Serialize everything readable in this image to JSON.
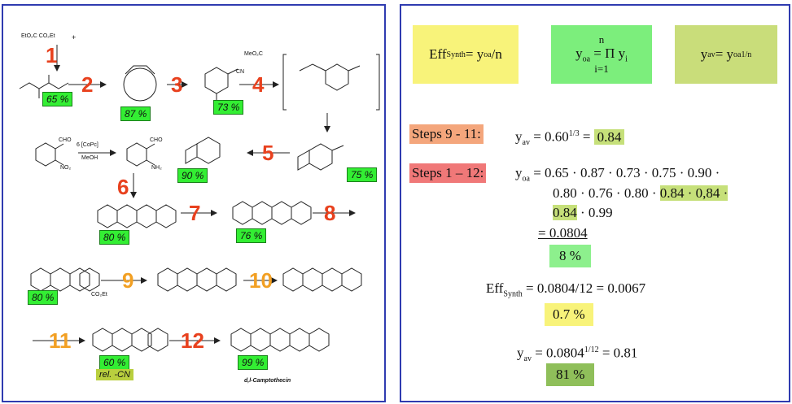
{
  "left": {
    "steps": [
      "1",
      "2",
      "3",
      "4",
      "5",
      "6",
      "7",
      "8",
      "9",
      "10",
      "11",
      "12"
    ],
    "yields": [
      "65 %",
      "87 %",
      "73 %",
      "75 %",
      "90 %",
      "80 %",
      "76 %",
      "80 %",
      "60 %",
      "99 %"
    ],
    "note": "rel. -CN",
    "reagents": {
      "start_ester": "EtO₂C  CO₂Et",
      "plus": "+",
      "acrylate": "MeO₂C",
      "catalyst": "6 [CoPc]",
      "solvent": "MeOH",
      "cho1": "CHO",
      "no2": "NO₂",
      "cho2": "CHO",
      "nh2": "NH₂",
      "cn": "CN",
      "co2et": "CO₂Et",
      "product": "d,l-Camptothecin"
    }
  },
  "right": {
    "box1": {
      "lhs": "Eff",
      "lhs_sub": "Synth",
      "eq": " = y",
      "y_sub": "oa",
      "tail": "/n",
      "color": "#f8f37a"
    },
    "box2": {
      "n": "n",
      "lhs": "y",
      "lhs_sub": "oa",
      "eq": " =  Π y",
      "y_sub": "i",
      "i": "i=1",
      "color": "#7cee7c"
    },
    "box3": {
      "lhs": "y",
      "lhs_sub": "av",
      "eq": " =  y",
      "y_sub": "oa",
      "exp": "1/n",
      "color": "#c9dd7a"
    },
    "steps_9_11": {
      "label": "Steps 9 - 11:",
      "label_color": "#f4a67c",
      "expr_a": "y",
      "expr_sub": "av",
      "expr_b": " =  0.60",
      "exp": "1/3",
      "eq": " = ",
      "result": "0.84"
    },
    "steps_1_12": {
      "label": "Steps 1 – 12:",
      "label_color": "#f07878",
      "line1_a": "y",
      "line1_sub": "oa",
      "line1_b": " = 0.65 · 0.87 · 0.73 · 0.75 · 0.90 ·",
      "line2_a": "0.80 · 0.76 · 0.80 · ",
      "line2_hl": "0.84 · 0,84 ·",
      "line3_hl": "0.84",
      "line3_b": " · 0.99",
      "line4": "=  0.0804",
      "pct1": "8 %",
      "eff_a": "Eff",
      "eff_sub": "Synth",
      "eff_b": " =  0.0804/12  =  0.0067",
      "pct2": "0.7 %",
      "yav_a": "y",
      "yav_sub": "av",
      "yav_b": " =  0.0804",
      "yav_exp": "1/12",
      "yav_c": "  =  0.81",
      "pct3": "81 %"
    }
  }
}
